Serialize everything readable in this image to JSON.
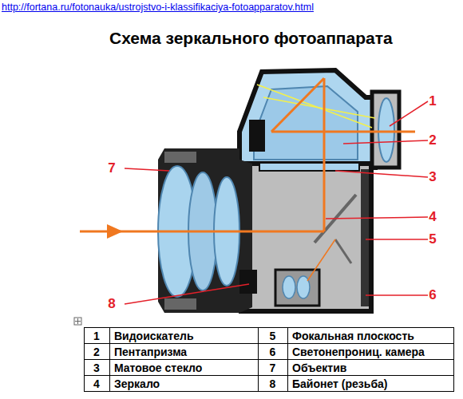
{
  "diagram": {
    "title": "Схема зеркального фотоаппарата",
    "labels": [
      "http://fortana.ru/fotonauka/ustrojstvo-i-klassifikaciya-fotoapparatov.html",
      "1",
      "2",
      "3",
      "4",
      "5",
      "6",
      "7",
      "8",
      "1",
      "Видоискатель",
      "5",
      "Фокальная плоскость",
      "2",
      "Пентапризма",
      "6",
      "Светонепрониц. камера",
      "3",
      "Матовое стекло",
      "7",
      "Объектив",
      "4",
      "Зеркало",
      "8",
      "Байонет (резьба)"
    ]
  }
}
